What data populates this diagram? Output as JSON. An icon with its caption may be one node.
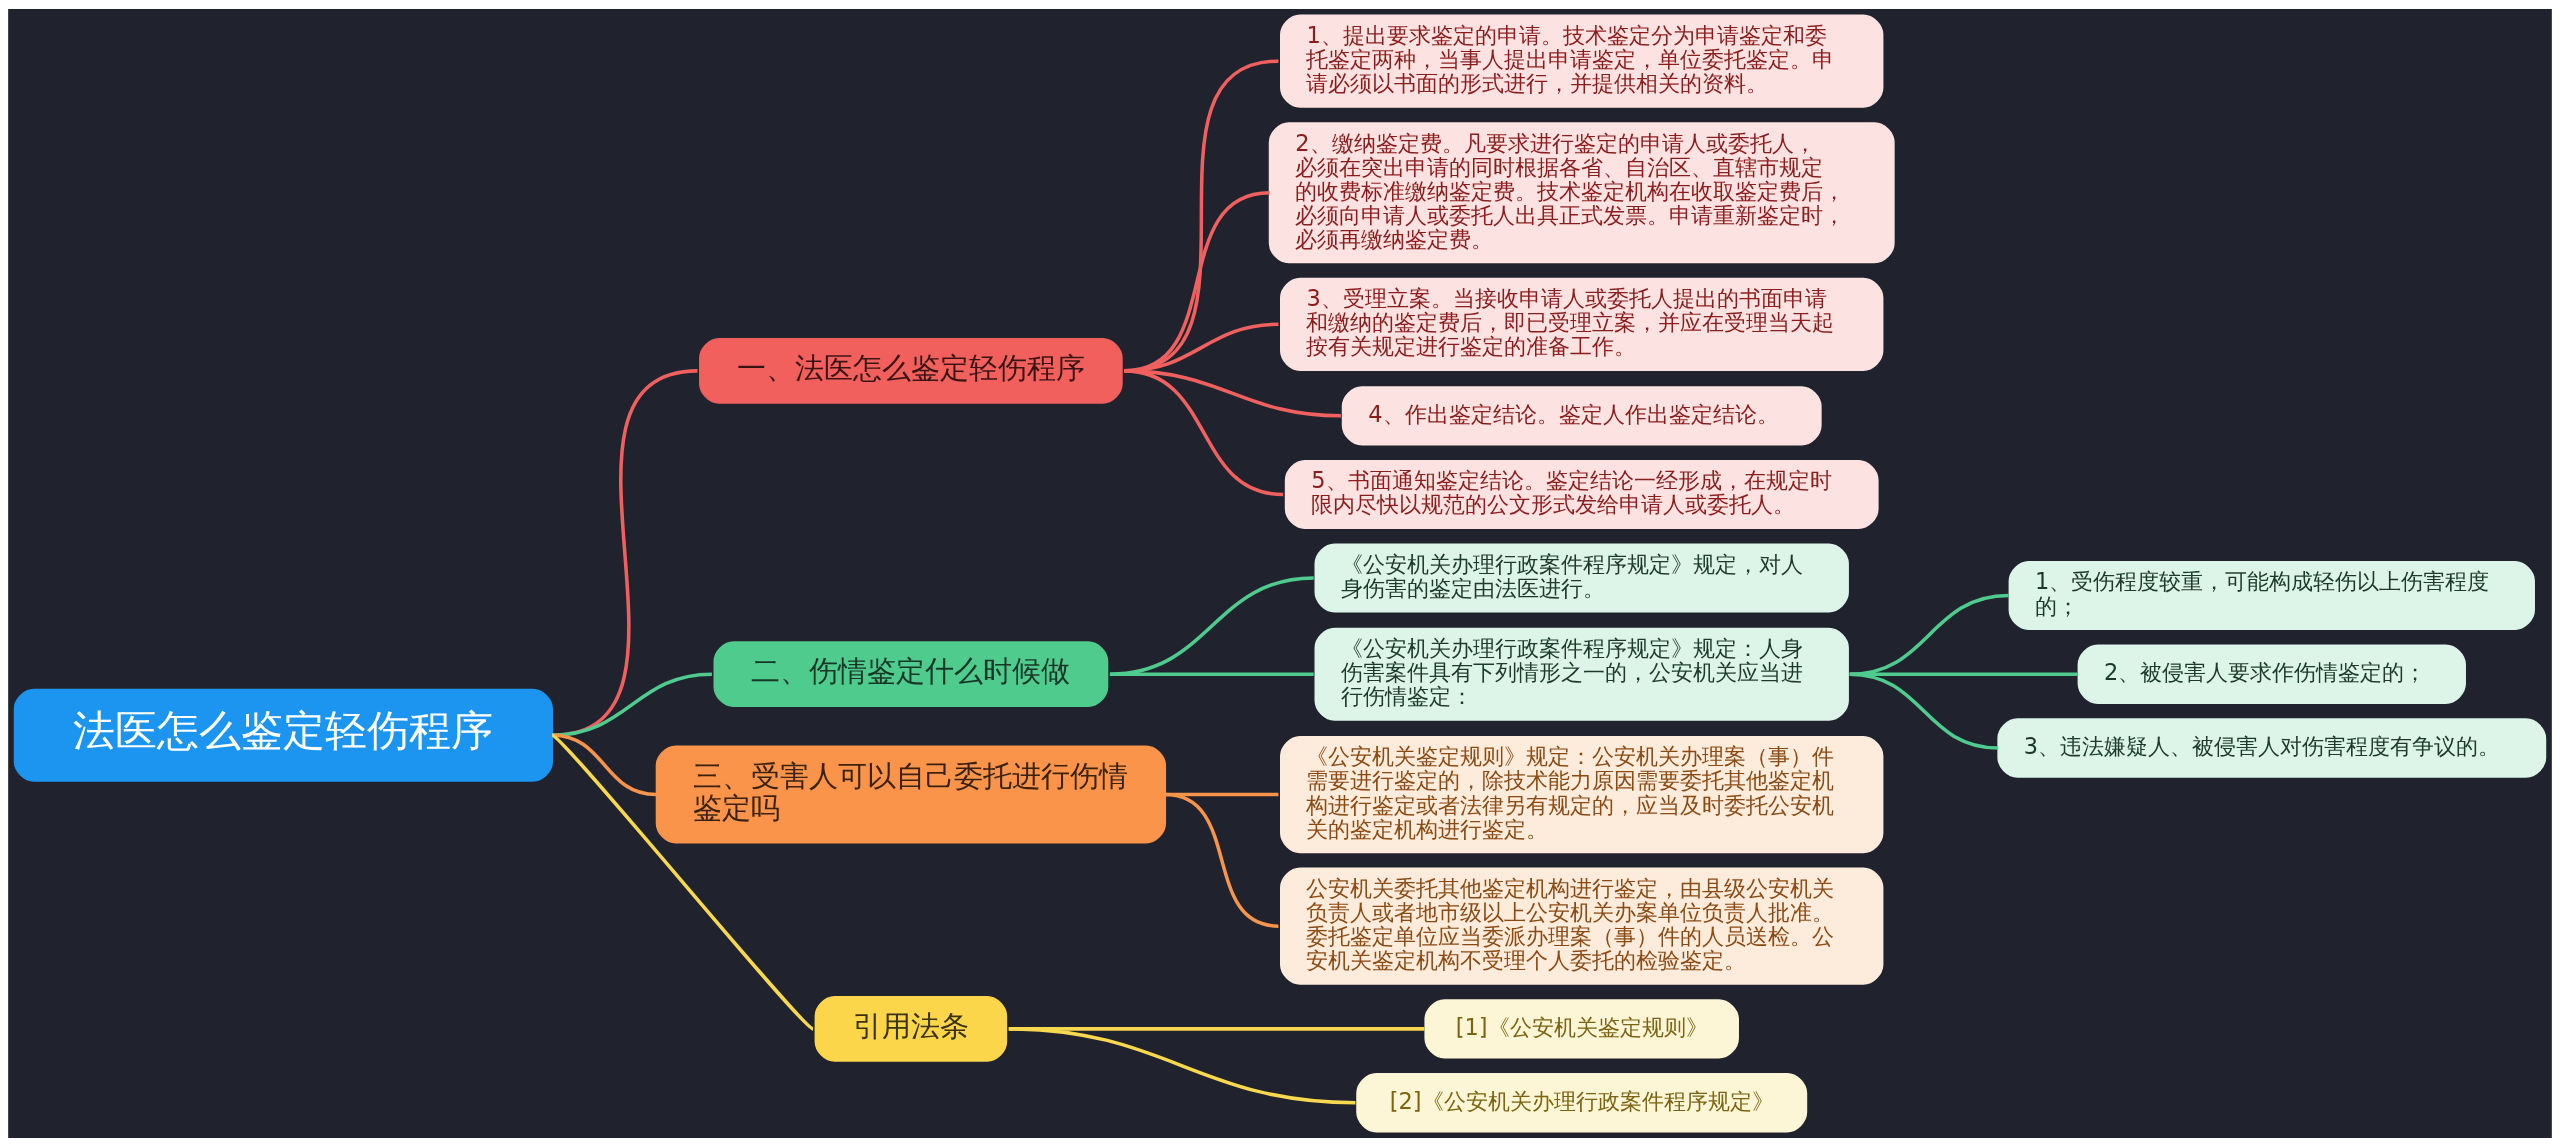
{
  "diagram": {
    "nodes": [
      {
        "text": [
          "法医怎么鉴定轻伤程序"
        ]
      },
      {
        "text": [
          "一、法医怎么鉴定轻伤程序"
        ]
      },
      {
        "text": [
          "1、提出要求鉴定的申请。技术鉴定分为申请鉴定和委托鉴定两种，当事人提出申请鉴定，单位委托鉴定。申请必须以书面的形式进行，并提供相关的资料。"
        ]
      },
      {
        "text": [
          "2、缴纳鉴定费。凡要求进行鉴定的申请人或委托人，必须在突出申请的同时根据各省、自治区、直辖市规定的收费标准缴纳鉴定费。技术鉴定机构在收取鉴定费后，必须向申请人或委托人出具正式发票。申请重新鉴定时，必须再缴纳鉴定费。"
        ]
      },
      {
        "text": [
          "3、受理立案。当接收申请人或委托人提出的书面申请和缴纳的鉴定费后，即已受理立案，并应在受理当天起按有关规定进行鉴定的准备工作。"
        ]
      },
      {
        "text": [
          "4、作出鉴定结论。鉴定人作出鉴定结论。"
        ]
      },
      {
        "text": [
          "5、书面通知鉴定结论。鉴定结论一经形成，在规定时限内尽快以规范的公文形式发给申请人或委托人。"
        ]
      },
      {
        "text": [
          "二、伤情鉴定什么时候做"
        ]
      },
      {
        "text": [
          "《公安机关办理行政案件程序规定》规定，对人身伤害的鉴定由法医进行。"
        ]
      },
      {
        "text": [
          "《公安机关办理行政案件程序规定》规定：人身伤害案件具有下列情形之一的，公安机关应当进行伤情鉴定："
        ]
      },
      {
        "text": [
          "1、受伤程度较重，可能构成轻伤以上伤害程度的；"
        ]
      },
      {
        "text": [
          "2、被侵害人要求作伤情鉴定的；"
        ]
      },
      {
        "text": [
          "3、违法嫌疑人、被侵害人对伤害程度有争议的。"
        ]
      },
      {
        "text": [
          "三、受害人可以自己委托进行伤情鉴定吗"
        ]
      },
      {
        "text": [
          "《公安机关鉴定规则》规定：公安机关办理案（事）件需要进行鉴定的，除技术能力原因需要委托其他鉴定机构进行鉴定或者法律另有规定的，应当及时委托公安机关的鉴定机构进行鉴定。"
        ]
      },
      {
        "text": [
          "公安机关委托其他鉴定机构进行鉴定，由县级公安机关负责人或者地市级以上公安机关办案单位负责人批准。委托鉴定单位应当委派办理案（事）件的人员送检。公安机关鉴定机构不受理个人委托的检验鉴定。"
        ]
      },
      {
        "text": [
          "引用法条"
        ]
      },
      {
        "text": [
          "[1]《公安机关鉴定规则》"
        ]
      },
      {
        "text": [
          "[2]《公安机关办理行政案件程序规定》"
        ]
      }
    ],
    "edges": [
      {
        "from": 0,
        "to": 1,
        "arrow": "none",
        "color": "#f0605e"
      },
      {
        "from": 1,
        "to": 2,
        "arrow": "none",
        "color": "#f0605e"
      },
      {
        "from": 1,
        "to": 3,
        "arrow": "none",
        "color": "#f0605e"
      },
      {
        "from": 1,
        "to": 4,
        "arrow": "none",
        "color": "#f0605e"
      },
      {
        "from": 1,
        "to": 5,
        "arrow": "none",
        "color": "#f0605e"
      },
      {
        "from": 1,
        "to": 6,
        "arrow": "none",
        "color": "#f0605e"
      },
      {
        "from": 0,
        "to": 7,
        "arrow": "none",
        "color": "#4ecb8d"
      },
      {
        "from": 7,
        "to": 8,
        "arrow": "none",
        "color": "#4ecb8d"
      },
      {
        "from": 7,
        "to": 9,
        "arrow": "none",
        "color": "#4ecb8d"
      },
      {
        "from": 9,
        "to": 10,
        "arrow": "none",
        "color": "#4ecb8d"
      },
      {
        "from": 9,
        "to": 11,
        "arrow": "none",
        "color": "#4ecb8d"
      },
      {
        "from": 9,
        "to": 12,
        "arrow": "none",
        "color": "#4ecb8d"
      },
      {
        "from": 0,
        "to": 13,
        "arrow": "none",
        "color": "#f8944b"
      },
      {
        "from": 13,
        "to": 14,
        "arrow": "none",
        "color": "#f8944b"
      },
      {
        "from": 13,
        "to": 15,
        "arrow": "none",
        "color": "#f8944b"
      },
      {
        "from": 0,
        "to": 16,
        "arrow": "none",
        "color": "#f8d84e"
      },
      {
        "from": 16,
        "to": 17,
        "arrow": "none",
        "color": "#f8d84e"
      },
      {
        "from": 16,
        "to": 18,
        "arrow": "none",
        "color": "#f8d84e"
      }
    ]
  }
}
